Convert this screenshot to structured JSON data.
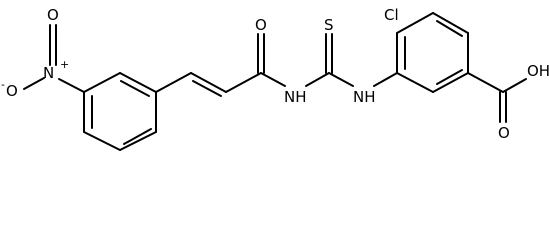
{
  "molecule": {
    "atoms": {
      "nitro_n": "N",
      "nitro_o_top": "O",
      "nitro_o_minus": "O",
      "nitro_charge_plus": "+",
      "nitro_charge_minus": "-",
      "amide_o": "O",
      "amide_nh": "NH",
      "thio_s": "S",
      "aryl_nh": "NH",
      "cl": "Cl",
      "acid_oh": "OH",
      "acid_o": "O"
    }
  }
}
